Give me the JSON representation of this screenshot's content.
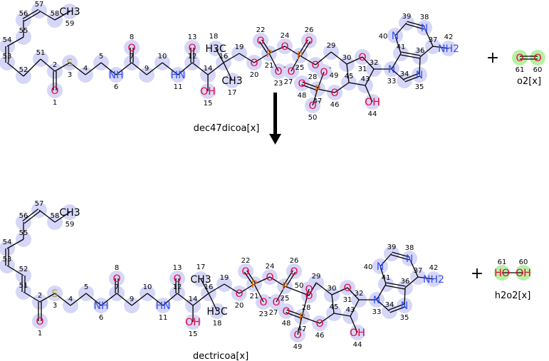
{
  "reaction": {
    "reactants": [
      {
        "name": "dec47dicoa[x]",
        "id": "dec47dicoa"
      },
      {
        "name": "o2[x]",
        "id": "o2"
      }
    ],
    "products": [
      {
        "name": "dectricoa[x]",
        "id": "dectricoa"
      },
      {
        "name": "h2o2[x]",
        "id": "h2o2"
      }
    ],
    "plus_sign": "+",
    "arrow_icon": "down-arrow-icon"
  },
  "colors": {
    "highlight_blue": "#d6d6f8",
    "highlight_green": "#b6f0a4",
    "oxygen": "#e8003a",
    "nitrogen": "#3050f8",
    "sulfur": "#a8a030",
    "phosphorus": "#e07000"
  },
  "coa_atoms": [
    {
      "n": "1",
      "el": "O"
    },
    {
      "n": "2",
      "el": ""
    },
    {
      "n": "3",
      "el": "S"
    },
    {
      "n": "4",
      "el": ""
    },
    {
      "n": "5",
      "el": ""
    },
    {
      "n": "6",
      "el": "NH"
    },
    {
      "n": "7",
      "el": ""
    },
    {
      "n": "8",
      "el": "O"
    },
    {
      "n": "9",
      "el": ""
    },
    {
      "n": "10",
      "el": ""
    },
    {
      "n": "11",
      "el": "HN"
    },
    {
      "n": "12",
      "el": ""
    },
    {
      "n": "13",
      "el": "O"
    },
    {
      "n": "14",
      "el": ""
    },
    {
      "n": "15",
      "el": "OH"
    },
    {
      "n": "16",
      "el": ""
    },
    {
      "n": "17",
      "el": "CH3"
    },
    {
      "n": "18",
      "el": "H3C"
    },
    {
      "n": "19",
      "el": ""
    },
    {
      "n": "20",
      "el": "O"
    },
    {
      "n": "21",
      "el": "P"
    },
    {
      "n": "22",
      "el": "O"
    },
    {
      "n": "23",
      "el": "O-"
    },
    {
      "n": "24",
      "el": "O"
    },
    {
      "n": "25",
      "el": "P"
    },
    {
      "n": "26",
      "el": "O"
    },
    {
      "n": "27",
      "el": "O-"
    },
    {
      "n": "28",
      "el": "O"
    },
    {
      "n": "29",
      "el": ""
    },
    {
      "n": "30",
      "el": ""
    },
    {
      "n": "31",
      "el": "O"
    },
    {
      "n": "32",
      "el": ""
    },
    {
      "n": "33",
      "el": "N"
    },
    {
      "n": "34",
      "el": ""
    },
    {
      "n": "35",
      "el": "N"
    },
    {
      "n": "36",
      "el": ""
    },
    {
      "n": "37",
      "el": ""
    },
    {
      "n": "38",
      "el": "N"
    },
    {
      "n": "39",
      "el": ""
    },
    {
      "n": "40",
      "el": "N"
    },
    {
      "n": "41",
      "el": ""
    },
    {
      "n": "42",
      "el": "NH2"
    },
    {
      "n": "43",
      "el": ""
    },
    {
      "n": "44",
      "el": "OH"
    },
    {
      "n": "45",
      "el": ""
    },
    {
      "n": "46",
      "el": "O"
    },
    {
      "n": "47",
      "el": "P"
    },
    {
      "n": "48",
      "el": "O"
    },
    {
      "n": "49",
      "el": "O-"
    },
    {
      "n": "50",
      "el": "O-"
    },
    {
      "n": "51",
      "el": ""
    },
    {
      "n": "52",
      "el": ""
    },
    {
      "n": "53",
      "el": ""
    },
    {
      "n": "54",
      "el": ""
    },
    {
      "n": "55",
      "el": ""
    },
    {
      "n": "56",
      "el": ""
    },
    {
      "n": "57",
      "el": ""
    },
    {
      "n": "58",
      "el": ""
    },
    {
      "n": "59",
      "el": "CH3"
    }
  ],
  "o2_atoms": [
    {
      "n": "61",
      "el": "O"
    },
    {
      "n": "60",
      "el": "O"
    }
  ],
  "h2o2_atoms": [
    {
      "n": "61",
      "el": "HO"
    },
    {
      "n": "60",
      "el": "OH"
    }
  ]
}
